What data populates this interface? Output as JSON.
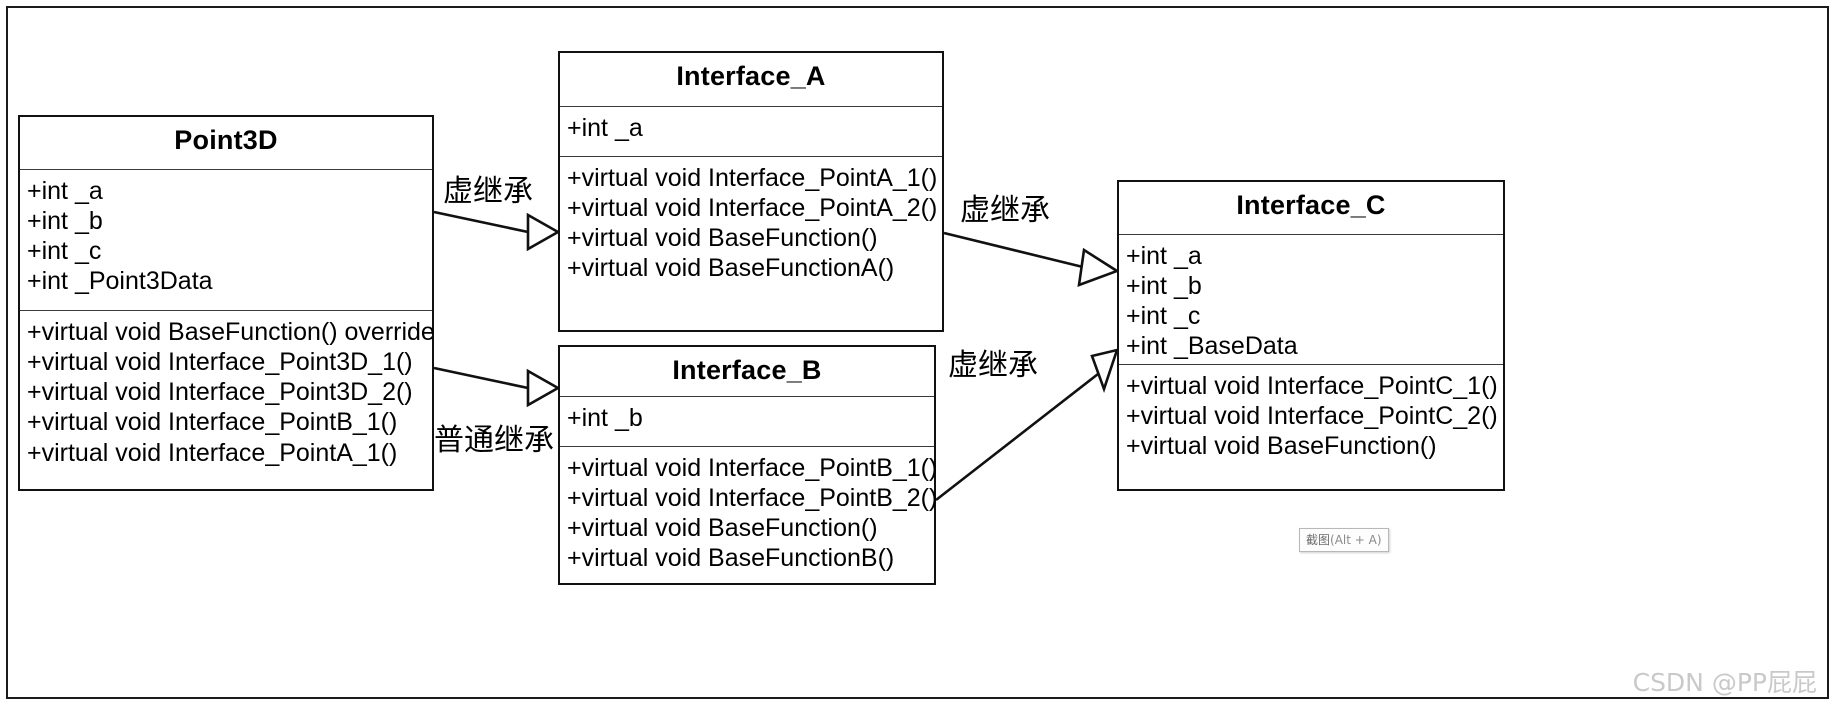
{
  "diagram": {
    "title": "C++ virtual inheritance UML class diagram",
    "classes": {
      "point3d": {
        "name": "Point3D",
        "attributes": [
          "+int _a",
          "+int _b",
          "+int _c",
          "+int _Point3Data"
        ],
        "methods": [
          "+virtual void BaseFunction() override",
          "+virtual void Interface_Point3D_1()",
          "+virtual void Interface_Point3D_2()",
          "+virtual void Interface_PointB_1()",
          "+virtual void Interface_PointA_1()"
        ]
      },
      "interface_a": {
        "name": "Interface_A",
        "attributes": [
          "+int _a"
        ],
        "methods": [
          "+virtual void Interface_PointA_1()",
          "+virtual void Interface_PointA_2()",
          "+virtual void BaseFunction()",
          "+virtual void BaseFunctionA()"
        ]
      },
      "interface_b": {
        "name": "Interface_B",
        "attributes": [
          "+int _b"
        ],
        "methods": [
          "+virtual void Interface_PointB_1()",
          "+virtual void Interface_PointB_2()",
          "+virtual void BaseFunction()",
          "+virtual void BaseFunctionB()"
        ]
      },
      "interface_c": {
        "name": "Interface_C",
        "attributes": [
          "+int _a",
          "+int _b",
          "+int _c",
          "+int _BaseData"
        ],
        "methods": [
          "+virtual void Interface_PointC_1()",
          "+virtual void Interface_PointC_2()",
          "+virtual void BaseFunction()"
        ]
      }
    },
    "edges": [
      {
        "id": "point3d-to-a",
        "label": "虚继承",
        "from": "Point3D",
        "to": "Interface_A"
      },
      {
        "id": "point3d-to-b",
        "label": "普通继承",
        "from": "Point3D",
        "to": "Interface_B"
      },
      {
        "id": "a-to-c",
        "label": "虚继承",
        "from": "Interface_A",
        "to": "Interface_C"
      },
      {
        "id": "b-to-c",
        "label": "虚继承",
        "from": "Interface_B",
        "to": "Interface_C"
      }
    ]
  },
  "overlay": {
    "snip_tooltip_cjk": "截图",
    "snip_tooltip_key": "(Alt + A)",
    "watermark": "CSDN @PP屁屁"
  },
  "colors": {
    "stroke": "#111111",
    "divider": "#3a3a3a",
    "frame": "#1b1b1b",
    "watermark": "#c9c9c9",
    "tooltip_border": "#b8b8b8",
    "background": "#ffffff"
  }
}
